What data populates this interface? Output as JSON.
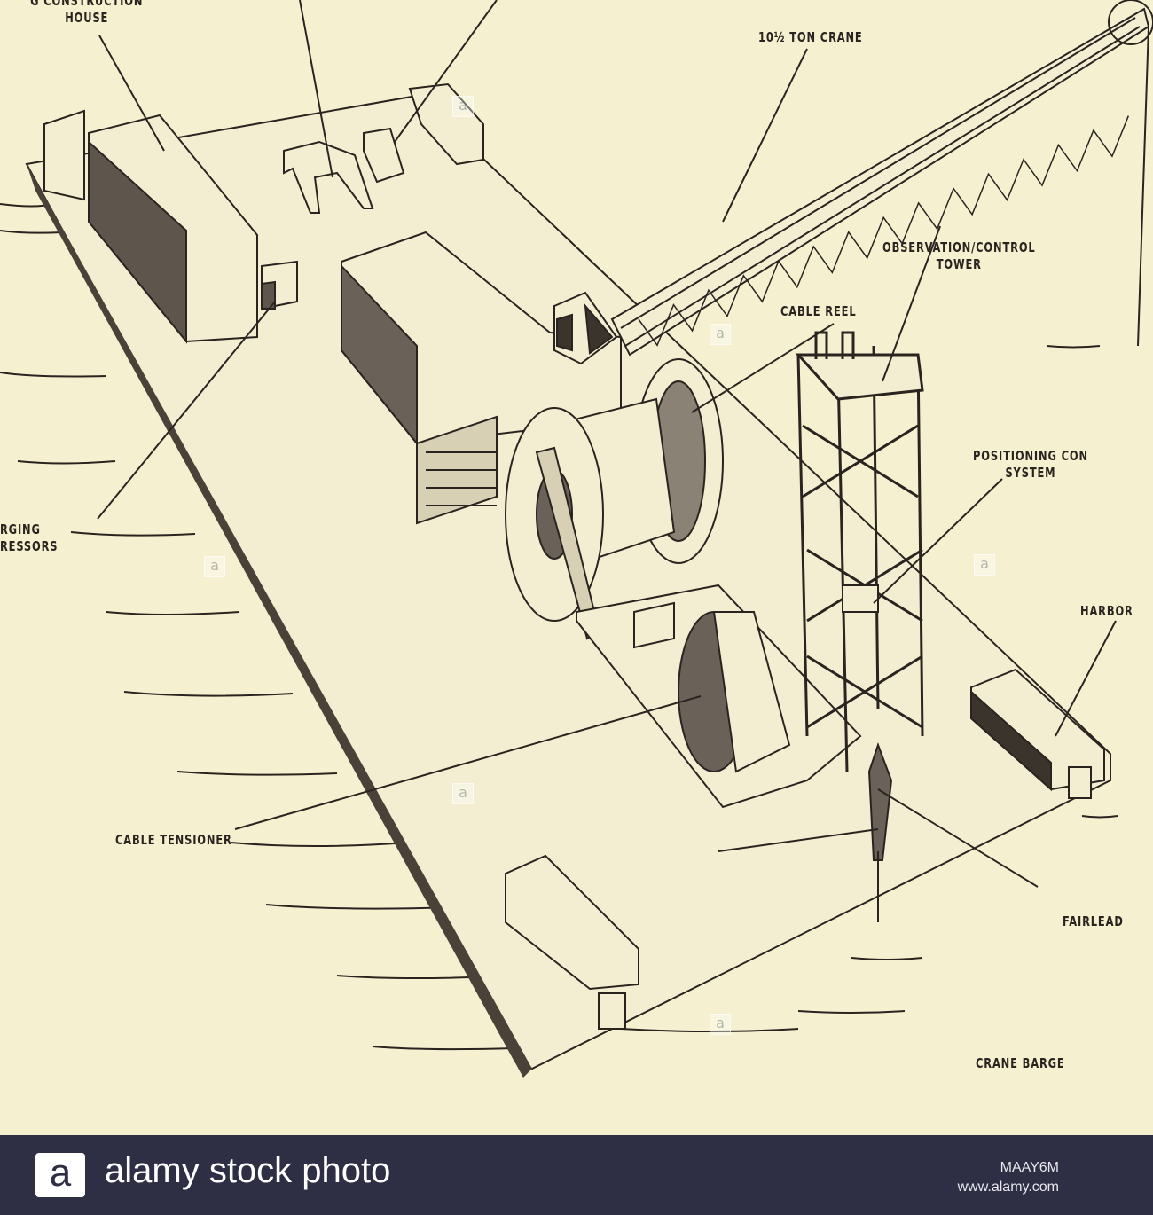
{
  "diagram": {
    "labels": {
      "construction_house": [
        "G CONSTRUCTION",
        "HOUSE"
      ],
      "crane": "10½ TON CRANE",
      "tower": [
        "OBSERVATION/CONTROL",
        "TOWER"
      ],
      "cable_reel": "CABLE REEL",
      "positioning": [
        "POSITIONING CON",
        "SYSTEM"
      ],
      "compressors": [
        "RGING",
        "RESSORS"
      ],
      "harbor": "HARBOR",
      "cable_tensioner": "CABLE TENSIONER",
      "fairlead": "FAIRLEAD",
      "crane_barge": "CRANE BARGE"
    },
    "colors": {
      "paper": "#f5f0d0",
      "ink": "#2a2420",
      "shade": "#6a6258"
    }
  },
  "footer": {
    "logo_letter": "a",
    "brand": "alamy stock photo",
    "image_id": "MAAY6M",
    "site": "www.alamy.com",
    "watermark": "a",
    "background": "#2e2e45"
  }
}
